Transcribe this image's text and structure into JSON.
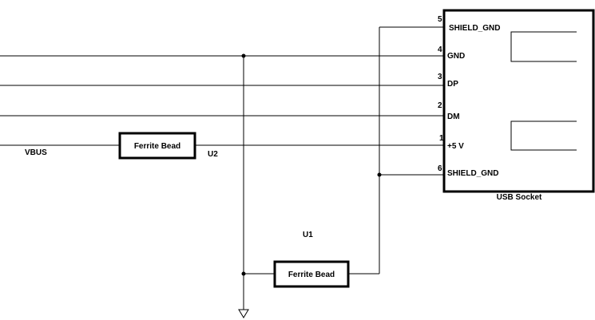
{
  "socket": {
    "title": "USB Socket",
    "pins": [
      {
        "number": "5",
        "name": "SHIELD_GND"
      },
      {
        "number": "4",
        "name": "GND"
      },
      {
        "number": "3",
        "name": "DP"
      },
      {
        "number": "2",
        "name": "DM"
      },
      {
        "number": "1",
        "name": "+5 V"
      },
      {
        "number": "6",
        "name": "SHIELD_GND"
      }
    ]
  },
  "components": {
    "bead_top": {
      "ref": "U2",
      "label": "Ferrite Bead"
    },
    "bead_bottom": {
      "ref": "U1",
      "label": "Ferrite Bead"
    }
  },
  "nets": {
    "vbus": "VBUS"
  }
}
